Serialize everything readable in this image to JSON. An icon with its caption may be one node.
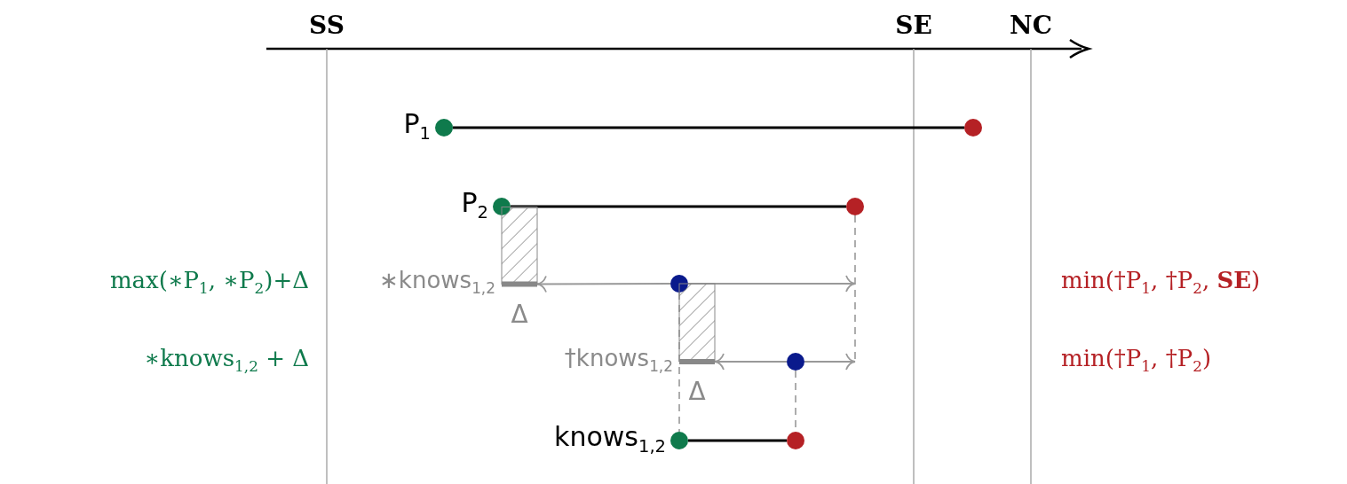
{
  "diagram": {
    "nodes": [
      {
        "text": [],
        "shape": "circle",
        "beside": [
          "P$_{1}$"
        ]
      },
      {
        "text": [],
        "shape": "circle"
      },
      {
        "text": [],
        "shape": "circle",
        "beside": [
          "P$_{2}$"
        ]
      },
      {
        "text": [],
        "shape": "circle"
      },
      {
        "text": [],
        "shape": "box"
      },
      {
        "text": [],
        "shape": "circle"
      },
      {
        "text": [],
        "shape": "box"
      },
      {
        "text": [],
        "shape": "circle"
      },
      {
        "text": [],
        "shape": "circle",
        "beside": [
          "knows$_{1,2}$"
        ]
      },
      {
        "text": [],
        "shape": "circle"
      }
    ],
    "edges": [
      {
        "from": 0,
        "to": 1,
        "arrow": "none",
        "color": "#000000"
      },
      {
        "from": 2,
        "to": 3,
        "arrow": "none",
        "color": "#000000"
      },
      {
        "from": 3,
        "to": null,
        "arrow": "none",
        "style": "dashed"
      },
      {
        "from": 5,
        "to": 4,
        "arrow": "to"
      },
      {
        "from": 5,
        "to": null,
        "arrow": "to"
      },
      {
        "from": 7,
        "to": 6,
        "arrow": "to"
      },
      {
        "from": 7,
        "to": null,
        "arrow": "to"
      },
      {
        "from": 5,
        "to": 8,
        "arrow": "none",
        "style": "dashed"
      },
      {
        "from": 7,
        "to": 9,
        "arrow": "none",
        "style": "dashed"
      },
      {
        "from": 8,
        "to": 9,
        "arrow": "none",
        "color": "#000000"
      }
    ],
    "labels": [
      "SS",
      "SE",
      "NC",
      "max(∗P$_{1}$, ∗P$_{2}$)+Δ",
      "∗knows$_{1,2}$",
      "min(†P$_{1}$, †P$_{2}$, **SE**)",
      "Δ",
      "∗knows$_{1,2}$ + Δ",
      "†knows$_{1,2}$",
      "min(†P$_{1}$, †P$_{2}$)",
      "Δ"
    ]
  }
}
